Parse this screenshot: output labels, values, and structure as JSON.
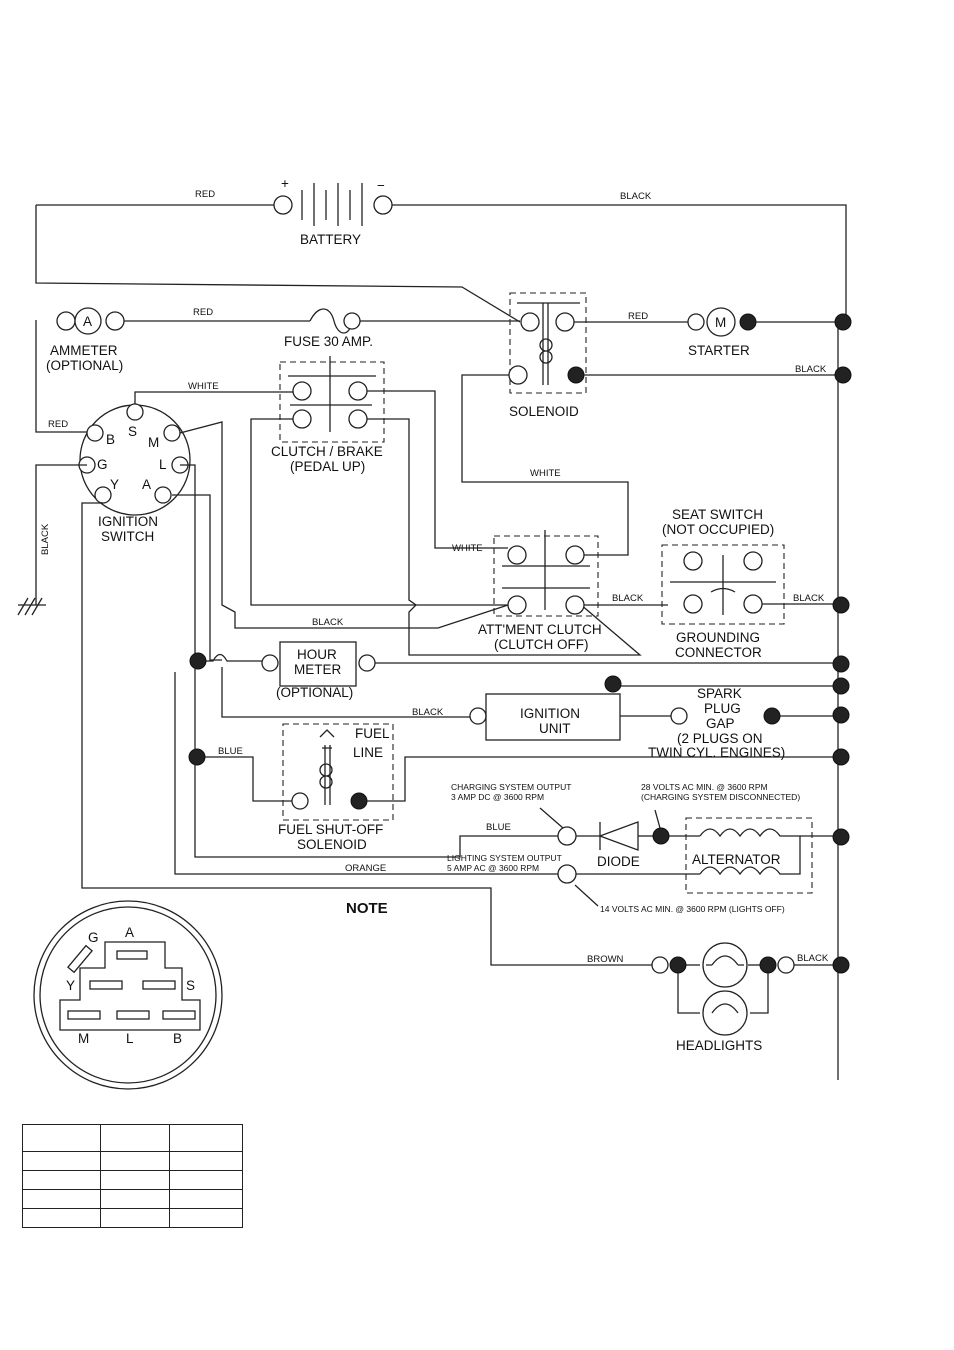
{
  "wire_colors": {
    "red": "RED",
    "black": "BLACK",
    "white": "WHITE",
    "blue": "BLUE",
    "orange": "ORANGE",
    "brown": "BROWN"
  },
  "components": {
    "battery": "BATTERY",
    "battery_plus": "+",
    "battery_minus": "−",
    "ammeter_symbol": "A",
    "ammeter_line1": "AMMETER",
    "ammeter_line2": "(OPTIONAL)",
    "fuse": "FUSE 30 AMP.",
    "starter_symbol": "M",
    "starter": "STARTER",
    "solenoid": "SOLENOID",
    "clutch_line1": "CLUTCH / BRAKE",
    "clutch_line2": "(PEDAL UP)",
    "ignition_line1": "IGNITION",
    "ignition_line2": "SWITCH",
    "seat_line1": "SEAT SWITCH",
    "seat_line2": "(NOT OCCUPIED)",
    "attment_line1": "ATT'MENT CLUTCH",
    "attment_line2": "(CLUTCH OFF)",
    "grounding_line1": "GROUNDING",
    "grounding_line2": "CONNECTOR",
    "hour_line1": "HOUR",
    "hour_line2": "METER",
    "hour_line3": "(OPTIONAL)",
    "ign_unit_line1": "IGNITION",
    "ign_unit_line2": "UNIT",
    "spark_line1": "SPARK",
    "spark_line2": "PLUG",
    "spark_line3": "GAP",
    "spark_line4": "(2 PLUGS ON",
    "spark_line5": "TWIN CYL. ENGINES)",
    "fuel_line1": "FUEL",
    "fuel_line2": "LINE",
    "fuel_sol_line1": "FUEL SHUT-OFF",
    "fuel_sol_line2": "SOLENOID",
    "diode": "DIODE",
    "alternator": "ALTERNATOR",
    "headlights": "HEADLIGHTS"
  },
  "ignition_terminals": {
    "B": "B",
    "S": "S",
    "M": "M",
    "G": "G",
    "L": "L",
    "Y": "Y",
    "A": "A"
  },
  "annotations": {
    "charging_line1": "CHARGING SYSTEM OUTPUT",
    "charging_line2": "3 AMP DC @ 3600 RPM",
    "volts28_line1": "28 VOLTS AC MIN. @ 3600 RPM",
    "volts28_line2": "(CHARGING SYSTEM DISCONNECTED)",
    "lighting_line1": "LIGHTING SYSTEM OUTPUT",
    "lighting_line2": "5 AMP AC @ 3600 RPM",
    "volts14": "14 VOLTS AC MIN. @ 3600 RPM (LIGHTS OFF)",
    "note": "NOTE"
  },
  "connector": {
    "labels": {
      "G": "G",
      "A": "A",
      "Y": "Y",
      "S": "S",
      "M": "M",
      "L": "L",
      "B": "B"
    }
  },
  "legend_table": {
    "rows": 5,
    "cols": 3
  }
}
